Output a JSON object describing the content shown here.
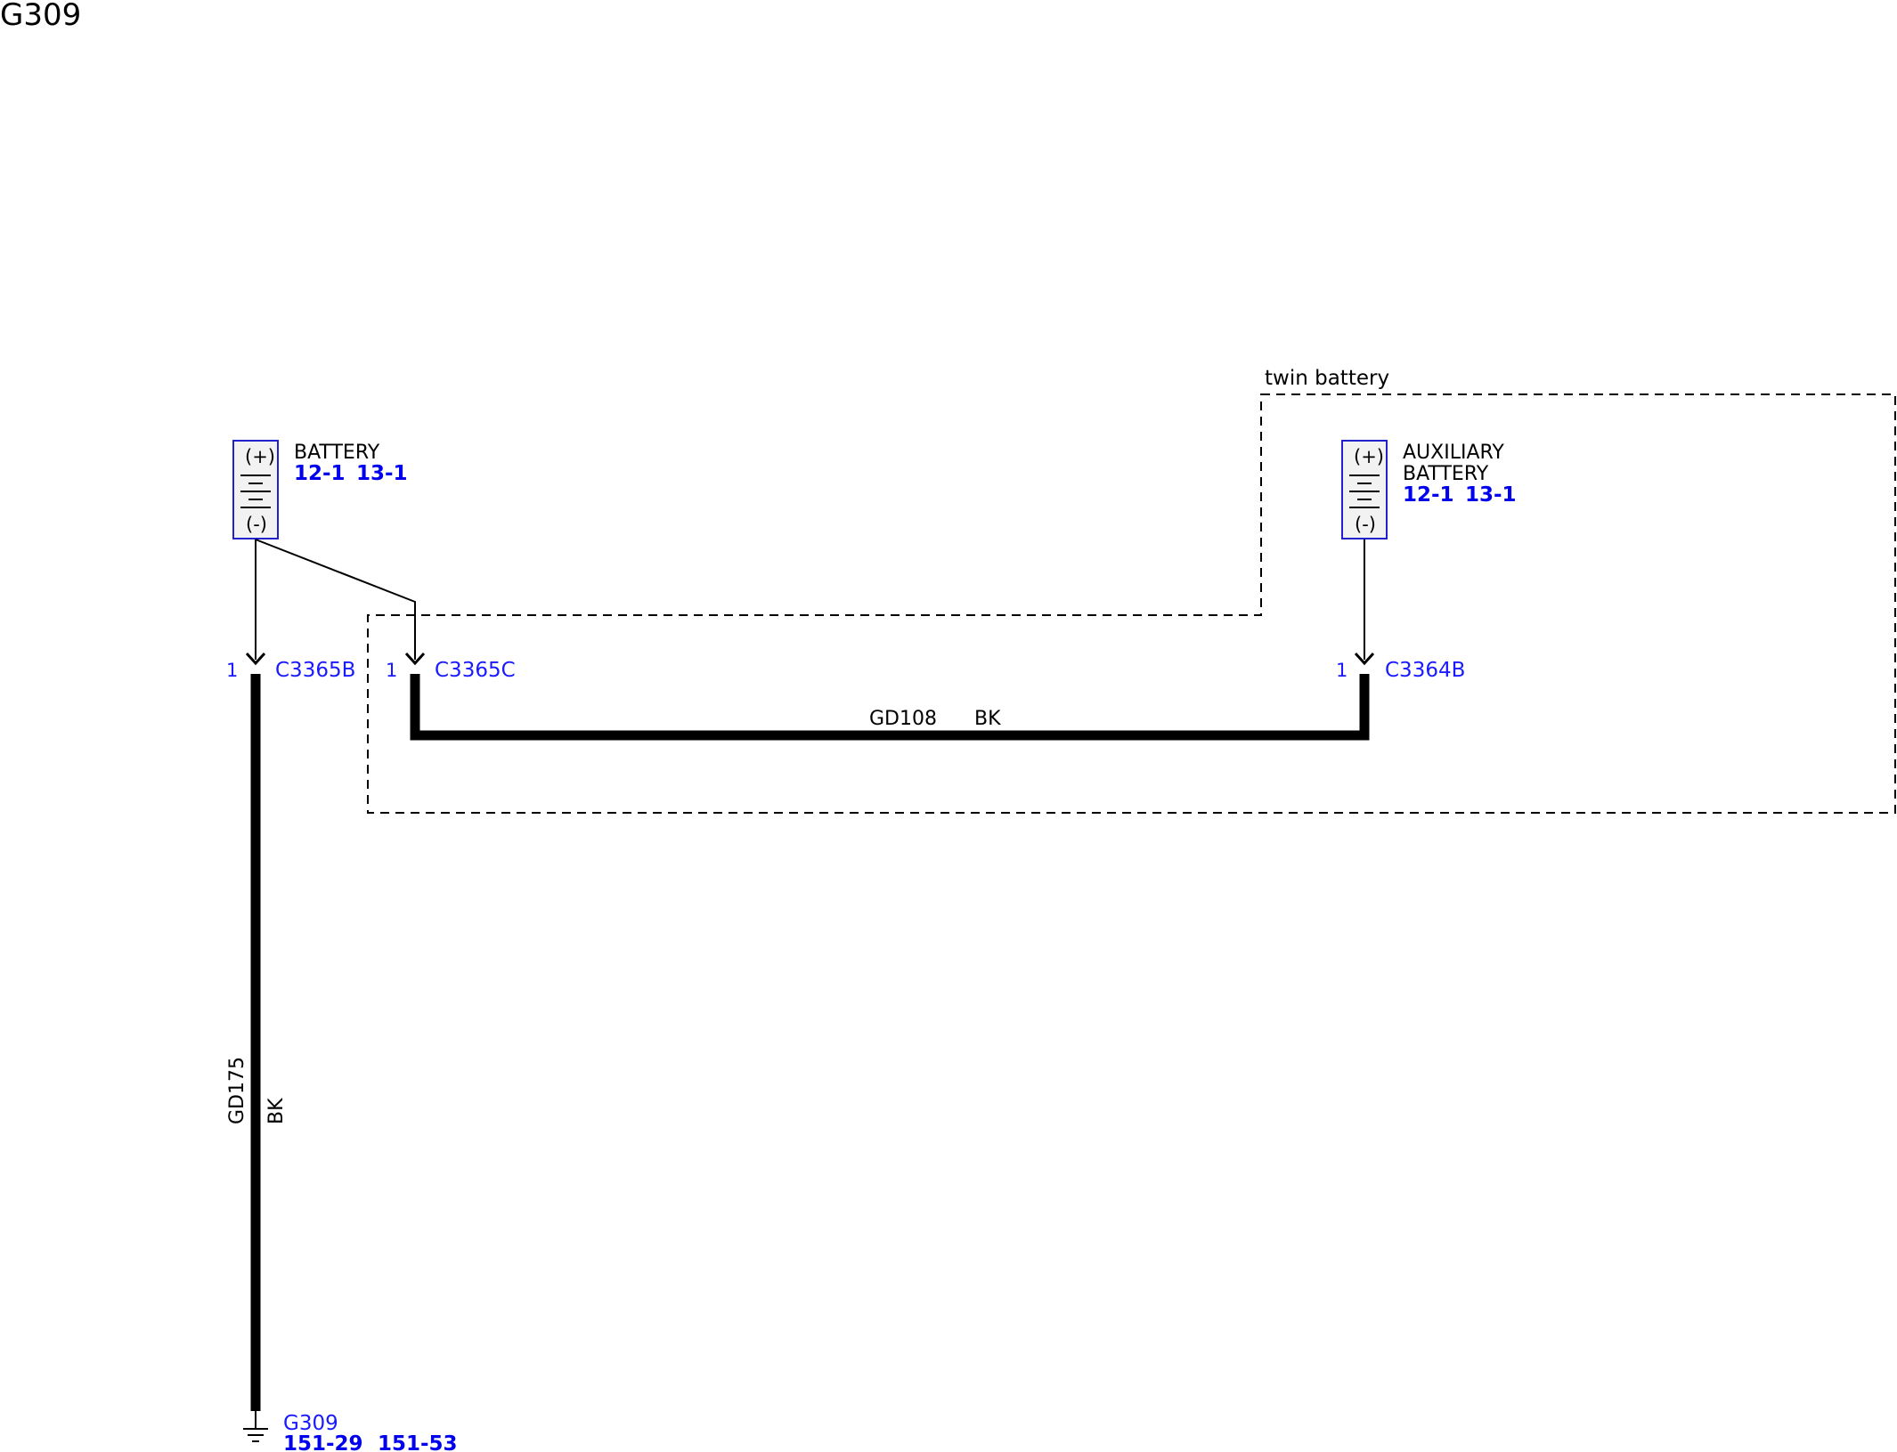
{
  "page_title": "G309",
  "twin_battery_label": "twin battery",
  "colors": {
    "wire": "#000000",
    "ref_blue": "#0000ee",
    "connector_blue": "#1a1aff",
    "battery_fill": "#f2f2f2",
    "battery_border": "#2222cc"
  },
  "battery": {
    "name": "BATTERY",
    "plus": "(+)",
    "minus": "(-)",
    "refs": [
      "12-1",
      "13-1"
    ]
  },
  "aux_battery": {
    "name_line1": "AUXILIARY",
    "name_line2": "BATTERY",
    "plus": "(+)",
    "minus": "(-)",
    "refs": [
      "12-1",
      "13-1"
    ]
  },
  "connectors": [
    {
      "pin": "1",
      "name": "C3365B"
    },
    {
      "pin": "1",
      "name": "C3365C"
    },
    {
      "pin": "1",
      "name": "C3364B"
    }
  ],
  "wires": [
    {
      "circuit": "GD108",
      "color": "BK"
    },
    {
      "circuit": "GD175",
      "color": "BK"
    }
  ],
  "ground": {
    "name": "G309",
    "refs": [
      "151-29",
      "151-53"
    ]
  }
}
